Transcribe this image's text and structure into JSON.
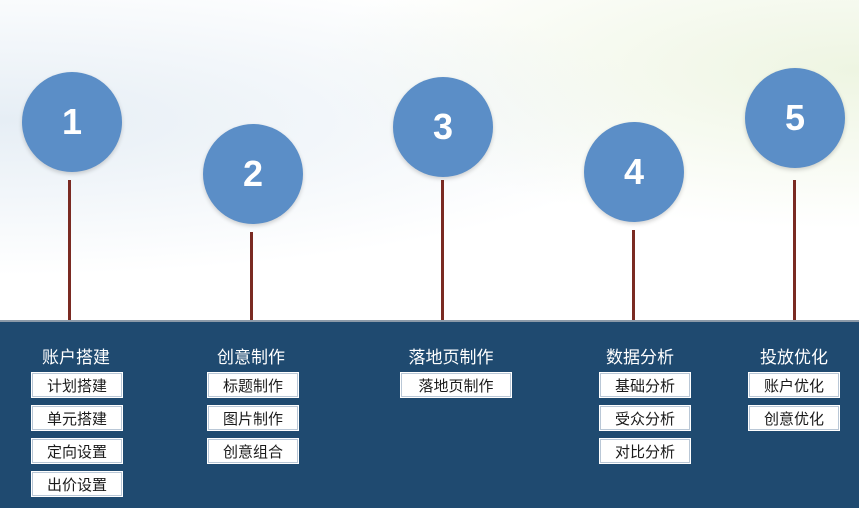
{
  "steps": [
    {
      "number": "1",
      "title": "账户搭建",
      "items": [
        "计划搭建",
        "单元搭建",
        "定向设置",
        "出价设置"
      ]
    },
    {
      "number": "2",
      "title": "创意制作",
      "items": [
        "标题制作",
        "图片制作",
        "创意组合"
      ]
    },
    {
      "number": "3",
      "title": "落地页制作",
      "items": [
        "落地页制作"
      ]
    },
    {
      "number": "4",
      "title": "数据分析",
      "items": [
        "基础分析",
        "受众分析",
        "对比分析"
      ]
    },
    {
      "number": "5",
      "title": "投放优化",
      "items": [
        "账户优化",
        "创意优化"
      ]
    }
  ],
  "colors": {
    "circle": "#5b8ec7",
    "stem": "#7a2a22",
    "band": "#1f4a70"
  }
}
